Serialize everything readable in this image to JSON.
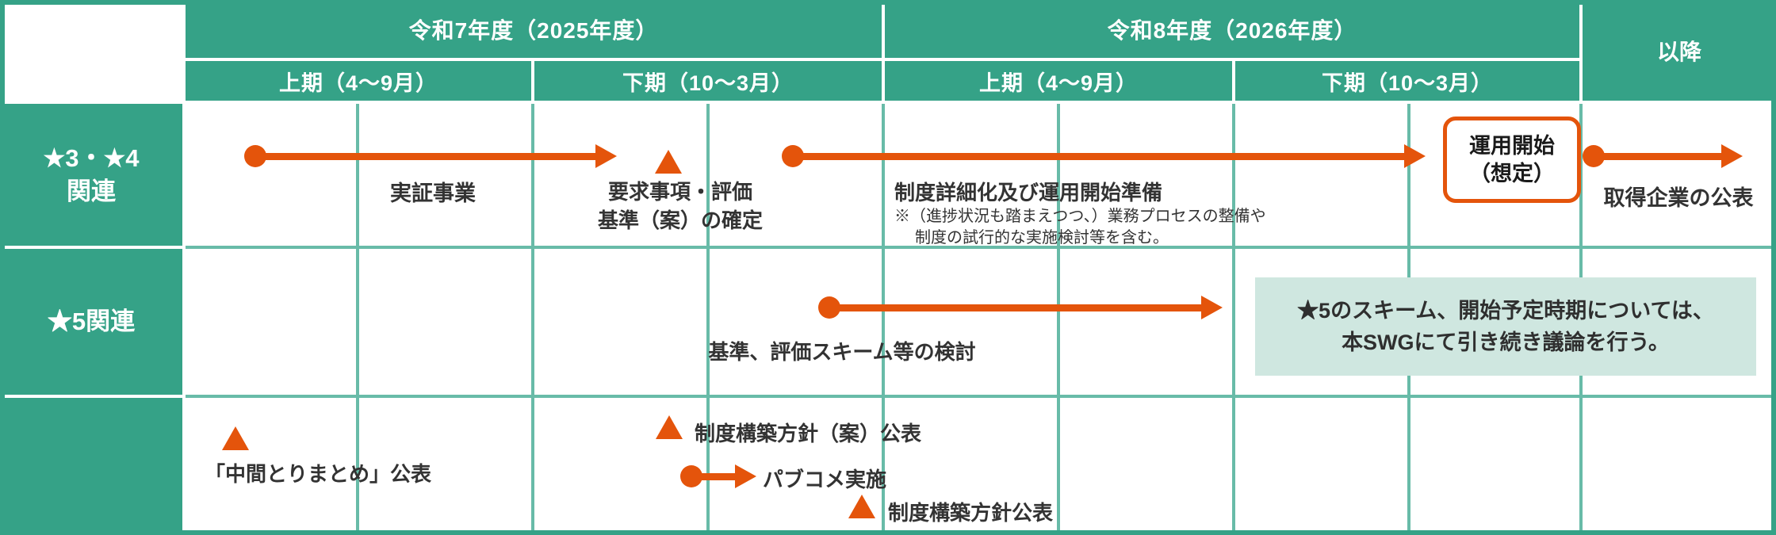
{
  "header": {
    "years": [
      {
        "label": "令和7年度（2025年度）",
        "first_half": "上期（4～9月）",
        "second_half": "下期（10～3月）"
      },
      {
        "label": "令和8年度（2026年度）",
        "first_half": "上期（4～9月）",
        "second_half": "下期（10～3月）"
      }
    ],
    "after": "以降"
  },
  "row_labels": [
    {
      "line1": "★3・★4",
      "line2": "関連"
    },
    {
      "line1": "★5関連",
      "line2": ""
    },
    {
      "line1": "",
      "line2": ""
    }
  ],
  "row1": {
    "jissho": "実証事業",
    "yokyu_line1": "要求事項・評価",
    "yokyu_line2": "基準（案）の確定",
    "seido_title": "制度詳細化及び運用開始準備",
    "seido_note1": "※（進捗状況も踏まえつつ、）業務プロセスの整備や",
    "seido_note2": "制度の試行的な実施検討等を含む。",
    "unyo_line1": "運用開始",
    "unyo_line2": "（想定）",
    "shutoku": "取得企業の公表"
  },
  "row2": {
    "kijun": "基準、評価スキーム等の検討",
    "callout_line1": "★5のスキーム、開始予定時期については、",
    "callout_line2": "本SWGにて引き続き議論を行う。"
  },
  "row3": {
    "chukan": "「中間とりまとめ」公表",
    "hoshin_an": "制度構築方針（案）公表",
    "pubcome": "パブコメ実施",
    "hoshin": "制度構築方針公表"
  },
  "colors": {
    "header_green": "#35a287",
    "grid_green": "#68bba8",
    "accent_orange": "#e4540b",
    "callout_mint": "#cfe7e0",
    "body_text": "#333333"
  }
}
